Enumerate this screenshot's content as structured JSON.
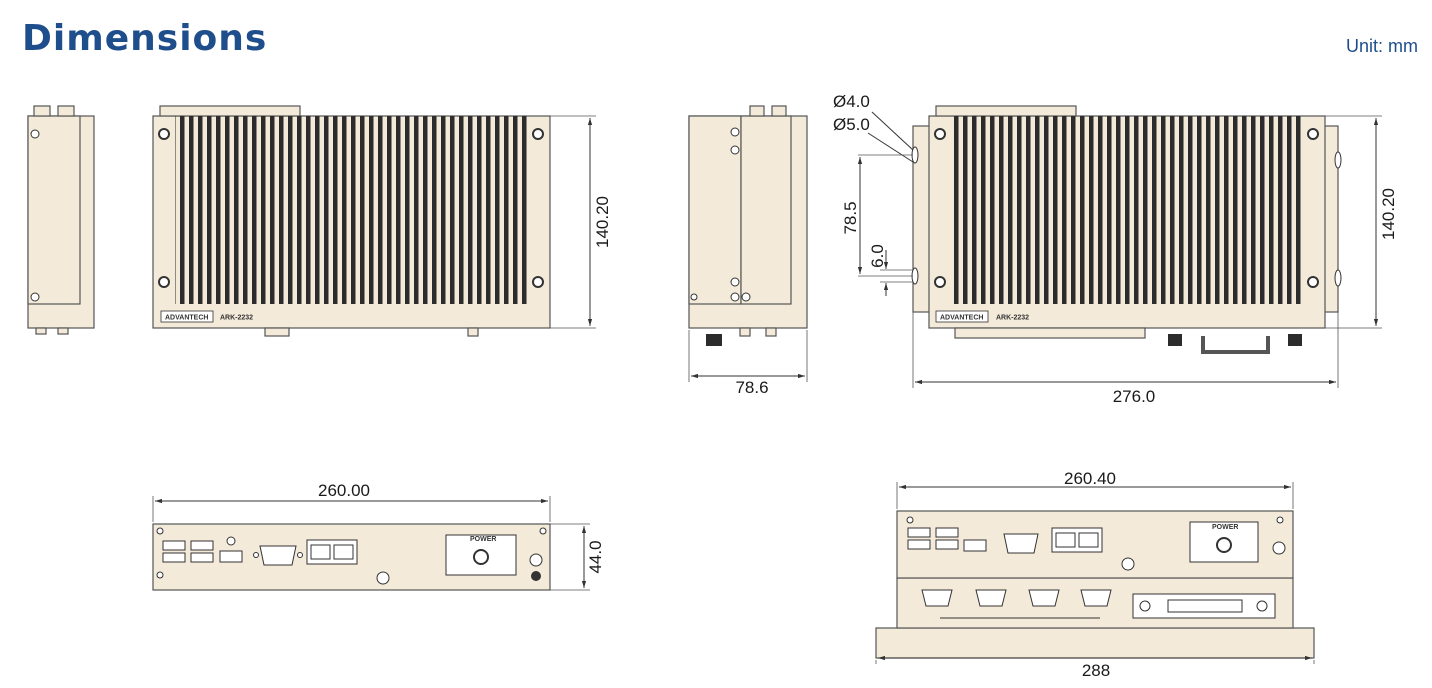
{
  "title": "Dimensions",
  "unit_label": "Unit: mm",
  "dims": {
    "front_height": "140.20",
    "side_depth": "78.6",
    "mount_height": "140.20",
    "mount_width": "276.0",
    "hole_small": "Ø4.0",
    "hole_large": "Ø5.0",
    "hole_spacing": "78.5",
    "hole_offset": "6.0",
    "io_width": "260.00",
    "io_height": "44.0",
    "io2_width": "260.40",
    "io2_base_width": "288"
  },
  "labels": {
    "brand": "ADVANTECH",
    "model": "ARK-2232",
    "power": "POWER"
  }
}
